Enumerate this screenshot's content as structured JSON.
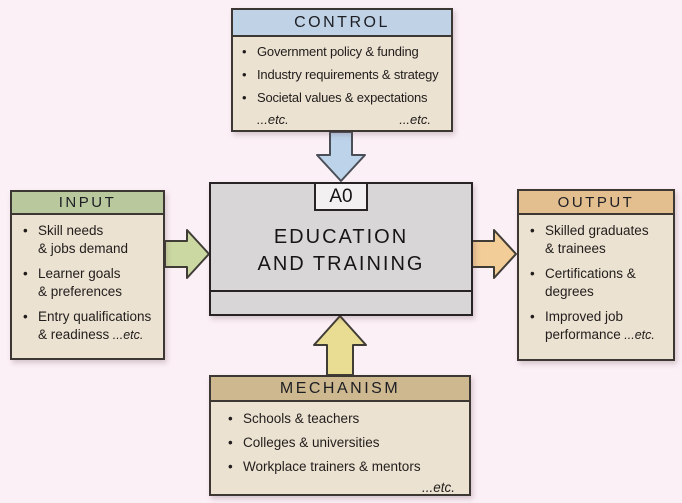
{
  "page": {
    "background": "#fcf0f7",
    "panel_background": "#ece2d1",
    "border_color": "#3c3733",
    "bullet_char": "•"
  },
  "control": {
    "title": "CONTROL",
    "header_color": "#c0d2e6",
    "items": [
      {
        "lines": [
          "Government policy & funding"
        ]
      },
      {
        "lines": [
          "Industry requirements & strategy"
        ]
      },
      {
        "lines": [
          "Societal values & expectations"
        ]
      }
    ],
    "etc_left": "...etc.",
    "etc_right": "...etc."
  },
  "input": {
    "title": "INPUT",
    "header_color": "#bac89e",
    "items": [
      {
        "lines": [
          "Skill needs",
          "& jobs demand"
        ]
      },
      {
        "lines": [
          "Learner goals",
          "& preferences"
        ]
      },
      {
        "lines": [
          "Entry qualifications",
          "& readiness"
        ],
        "etc": "...etc."
      }
    ]
  },
  "output": {
    "title": "OUTPUT",
    "header_color": "#e3bf90",
    "items": [
      {
        "lines": [
          "Skilled graduates",
          "& trainees"
        ]
      },
      {
        "lines": [
          "Certifications &",
          "degrees"
        ]
      },
      {
        "lines": [
          "Improved job",
          "performance"
        ],
        "etc": "...etc."
      }
    ]
  },
  "mechanism": {
    "title": "MECHANISM",
    "header_color": "#cdb88f",
    "items": [
      {
        "lines": [
          "Schools & teachers"
        ]
      },
      {
        "lines": [
          "Colleges & universities"
        ]
      },
      {
        "lines": [
          "Workplace trainers & mentors"
        ]
      }
    ],
    "etc": "...etc."
  },
  "center": {
    "node_id": "A0",
    "title_lines": [
      "EDUCATION",
      "AND TRAINING"
    ],
    "background": "#d9d6d8"
  },
  "arrows": {
    "control": {
      "direction": "down",
      "fill": "#bdd3ea",
      "stroke": "#4a4e56"
    },
    "input": {
      "direction": "right",
      "fill": "#ccd8a2",
      "stroke": "#403c36"
    },
    "output": {
      "direction": "right",
      "fill": "#f2cd97",
      "stroke": "#403c36"
    },
    "mechanism": {
      "direction": "up",
      "fill": "#e9dd93",
      "stroke": "#403c36"
    }
  }
}
